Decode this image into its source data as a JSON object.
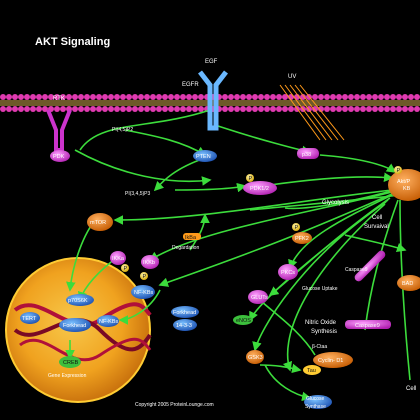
{
  "title": "AKT Signaling",
  "copyright": "Copyright 2005 ProteinLounge.com",
  "labels": {
    "rtk": "RTK",
    "egf": "EGF",
    "egfr": "EGFR",
    "uv": "UV",
    "pdk": "PDK",
    "pip2": "PI(4,5)P2",
    "pten": "PTEN",
    "p38": "p38",
    "pip3": "PI(3,4,5)P3",
    "pdk12": "PDK1/2",
    "akt": "Akt/P\nKB",
    "mtor": "mTOR",
    "ikb_deg": "IkBa",
    "degradation": "Degardation",
    "glycolysis": "Glycolysis",
    "cell_survival": "Cell\nSurvaival",
    "ikb": "IKKb",
    "ikka": "IKKa",
    "pfk2": "PFK2",
    "bad": "BAD",
    "nfkb": "NF-KBs",
    "nfkb2": "NF-KBs",
    "tert": "TERT",
    "p70": "p70S6K",
    "forkhead_nuc": "Forkhead",
    "forkhead": "Forkhead",
    "s1433": "14-3-3",
    "pkc": "PKCs",
    "glucose_uptake": "Glucose Uptake",
    "caspase9": "Caspase9",
    "gluts": "GLUTs",
    "enos": "eNOS",
    "nitric": "Nitric Oxide\nSynthesis",
    "creb": "CREB",
    "gene_expression": "Gene Expression",
    "gsk3": "GSK3",
    "bcat": "β-Ctaa",
    "cyclin": "Cyclin- D1",
    "tau": "Tau",
    "glucose_synthase": "Glucose\nSynthase",
    "caspase9b": "Caspase9",
    "cell_right": "Cell",
    "p": "P"
  }
}
